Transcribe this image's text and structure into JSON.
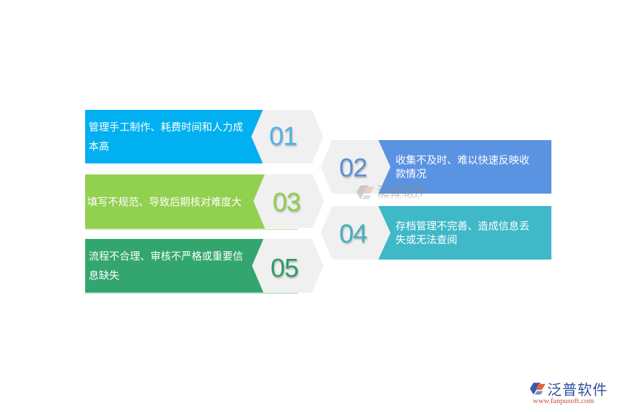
{
  "items": [
    {
      "number": "01",
      "text": "管理手工制作、耗费时间和人力成本高",
      "color": "#00b0f0",
      "num_color": "#4fb3e3"
    },
    {
      "number": "02",
      "text": "收集不及时、难以快速反映收款情况",
      "color": "#5b93e3",
      "num_color": "#5b8fd8"
    },
    {
      "number": "03",
      "text": "填写不规范、导致后期核对难度大",
      "color": "#92d050",
      "num_color": "#8fcf4c"
    },
    {
      "number": "04",
      "text": "存档管理不完善、造成信息丢失或无法查阅",
      "color": "#3fb8c8",
      "num_color": "#3fb1c2"
    },
    {
      "number": "05",
      "text": "流程不合理、审核不严格或重要信息缺失",
      "color": "#33a56e",
      "num_color": "#2f9c68"
    }
  ],
  "watermark": {
    "cn": "泛普软件",
    "en": "FANPU SOFTWARE"
  },
  "logo": {
    "cn": "泛普软件",
    "url": "www.fanpusoft.com"
  }
}
